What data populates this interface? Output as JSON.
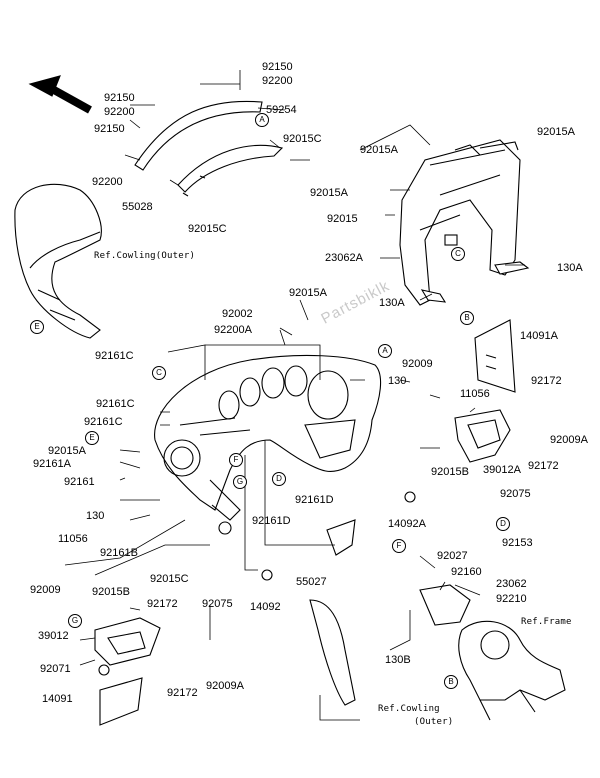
{
  "diagram": {
    "watermark": "Partsbiklk",
    "part_labels": {
      "l_92150_top": "92150",
      "l_92200_top": "92200",
      "l_92150_a": "92150",
      "l_92200_a": "92200",
      "l_59254": "59254",
      "l_92150_b": "92150",
      "l_92015C_a": "92015C",
      "l_92200_b": "92200",
      "l_55028": "55028",
      "l_92015C_b": "92015C",
      "l_92015A_r": "92015A",
      "l_92015A_m": "92015A",
      "l_92015A_m2": "92015A",
      "l_92015": "92015",
      "l_23062A": "23062A",
      "l_130A_r": "130A",
      "l_130A_m": "130A",
      "l_92002": "92002",
      "l_92015A_c": "92015A",
      "l_92200A": "92200A",
      "l_14091A": "14091A",
      "l_92161C_a": "92161C",
      "l_92009_r": "92009",
      "l_130_r": "130",
      "l_11056_r": "11056",
      "l_92172_r": "92172",
      "l_92161C_b": "92161C",
      "l_92161C_c": "92161C",
      "l_92009A_r": "92009A",
      "l_92015A_l": "92015A",
      "l_92161A": "92161A",
      "l_92015B_r": "92015B",
      "l_39012A": "39012A",
      "l_92172_r2": "92172",
      "l_92161": "92161",
      "l_92075_r": "92075",
      "l_92161D_a": "92161D",
      "l_14092A": "14092A",
      "l_130_l": "130",
      "l_92161D_b": "92161D",
      "l_92153": "92153",
      "l_11056_l": "11056",
      "l_92161B": "92161B",
      "l_92027": "92027",
      "l_92160": "92160",
      "l_92009_l": "92009",
      "l_92015C_l": "92015C",
      "l_14092": "14092",
      "l_55027": "55027",
      "l_23062": "23062",
      "l_92210": "92210",
      "l_92015B_l": "92015B",
      "l_92172_l": "92172",
      "l_92075_l": "92075",
      "l_39012": "39012",
      "l_130B": "130B",
      "l_92071": "92071",
      "l_92172_l2": "92172",
      "l_92009A_l": "92009A",
      "l_14091": "14091"
    },
    "references": {
      "cowling_outer_top": "Ref.Cowling(Outer)",
      "frame": "Ref.Frame",
      "cowling_outer_bottom_1": "Ref.Cowling",
      "cowling_outer_bottom_2": "(Outer)"
    },
    "callouts": {
      "A1": "A",
      "A2": "A",
      "B1": "B",
      "B2": "B",
      "C1": "C",
      "C2": "C",
      "D1": "D",
      "D2": "D",
      "E1": "E",
      "E2": "E",
      "F1": "F",
      "F2": "F",
      "G1": "G",
      "G2": "G"
    }
  }
}
